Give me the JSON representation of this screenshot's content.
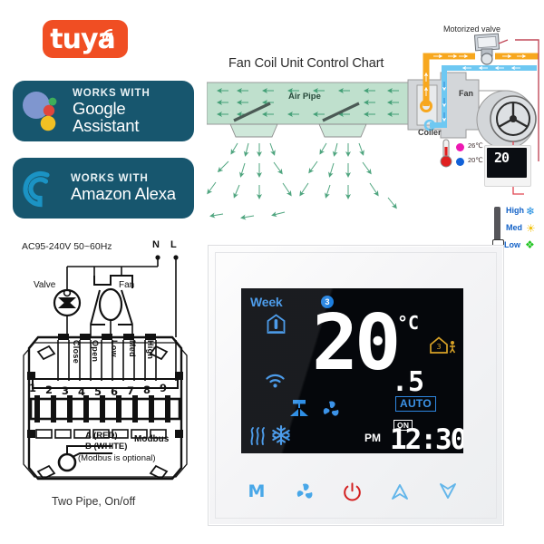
{
  "brand": {
    "logo_text": "tuya",
    "logo_color": "#f04e23",
    "logo_icon": "wifi-arc-icon"
  },
  "badges": [
    {
      "id": "google",
      "works_with": "WORKS WITH",
      "brand": "Google Assistant",
      "bg_color": "#17566e",
      "icon": "google-assistant-icon"
    },
    {
      "id": "alexa",
      "works_with": "WORKS WITH",
      "brand": "Amazon Alexa",
      "bg_color": "#17566e",
      "icon": "amazon-alexa-icon"
    }
  ],
  "fan_coil_chart": {
    "title": "Fan Coil Unit Control Chart",
    "air_pipe_label": "Air Pipe",
    "fan_label": "Fan",
    "coiler_label": "Coiler",
    "motorized_valve_label": "Motorized valve",
    "air_color": "#bfe0cd",
    "hot_pipe_color": "#f7a71e",
    "cold_pipe_color": "#6ec8f2",
    "arrow_color": "#2e8b57",
    "temperatures": [
      {
        "label": "26℃",
        "color": "#ed18b2"
      },
      {
        "label": "20℃",
        "color": "#1161d8"
      }
    ],
    "fan_speeds": [
      {
        "label": "High",
        "icon": "snowflake-icon",
        "icon_color": "#1d8ce0"
      },
      {
        "label": "Med",
        "icon": "sun-icon",
        "icon_color": "#f2c20c"
      },
      {
        "label": "Low",
        "icon": "fan-icon",
        "icon_color": "#21c421"
      }
    ],
    "mini_thermostat_temp": "20"
  },
  "wiring": {
    "supply_label": "AC95-240V  50~60Hz",
    "terminal_N": "N",
    "terminal_L": "L",
    "valve_label": "Valve",
    "fan_label": "Fan",
    "function_labels": [
      "Close",
      "Open",
      "Low",
      "Med",
      "High"
    ],
    "terminal_numbers": [
      "1",
      "2",
      "3",
      "4",
      "5",
      "6",
      "7",
      "8",
      "9"
    ],
    "modbus_a": "A (RED)",
    "modbus_b": "B (WHITE)",
    "modbus_label": "Modbus",
    "modbus_note": "(Modbus is optional)",
    "caption": "Two Pipe, On/off"
  },
  "thermostat": {
    "lcd": {
      "week_label": "Week",
      "day_number": "3",
      "temperature": "20",
      "temperature_decimal": ".5",
      "unit": "°C",
      "mode_label": "AUTO",
      "on_label": "ON",
      "meridiem": "PM",
      "clock": "12:30",
      "icons": [
        "house-temperature-icon",
        "wifi-icon",
        "valve-icon",
        "fan-icon",
        "heat-wave-icon",
        "snowflake-icon",
        "holiday-house-icon"
      ],
      "accent_color": "#3c93e8",
      "digit_color": "#ffffff",
      "holiday_color": "#d8a227",
      "background": "#05070b"
    },
    "buttons": [
      {
        "name": "mode-button",
        "label": "M",
        "icon": "m-letter-icon",
        "color": "#48a7e8"
      },
      {
        "name": "fan-button",
        "label": "",
        "icon": "fan-icon",
        "color": "#48a7e8"
      },
      {
        "name": "power-button",
        "label": "",
        "icon": "power-icon",
        "color": "#d32020"
      },
      {
        "name": "up-button",
        "label": "",
        "icon": "chevron-up-icon",
        "color": "#63b6ea"
      },
      {
        "name": "down-button",
        "label": "",
        "icon": "chevron-down-icon",
        "color": "#63b6ea"
      }
    ]
  }
}
